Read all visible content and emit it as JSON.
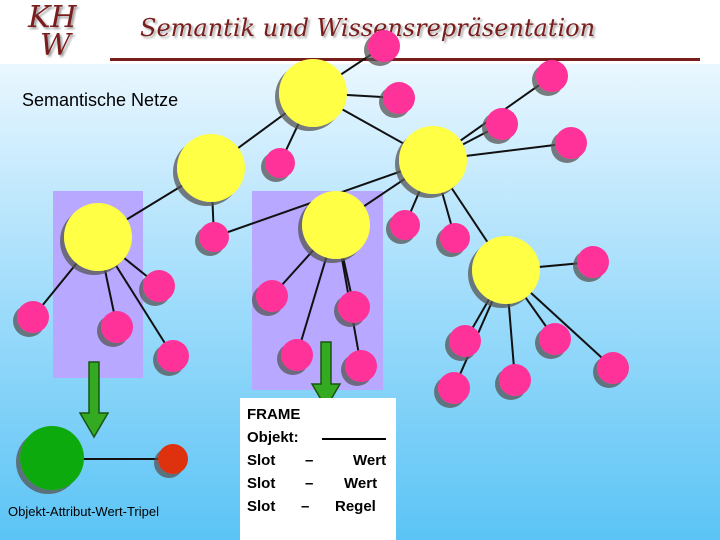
{
  "header": {
    "logo_line1": "KH",
    "logo_line2": "W",
    "title": "Semantik und Wissensrepräsentation"
  },
  "slide": {
    "section_title": "Semantische Netze"
  },
  "frame": {
    "heading": "FRAME",
    "object_label": "Objekt:",
    "rows": [
      {
        "slot": "Slot",
        "dash": "–",
        "value": "Wert"
      },
      {
        "slot": "Slot",
        "dash": "–",
        "value": "Wert"
      },
      {
        "slot": "Slot",
        "dash": "–",
        "value": "Regel"
      }
    ]
  },
  "triple": {
    "label": "Objekt-Attribut-Wert-Tripel"
  },
  "colors": {
    "title": "#7a1d1d",
    "node_yellow": "#ffff44",
    "node_pink": "#ff3399",
    "highlight": "#b8a8ff",
    "arrow": "#33aa22",
    "object_node": "#11aa11",
    "value_node": "#dd3311"
  }
}
